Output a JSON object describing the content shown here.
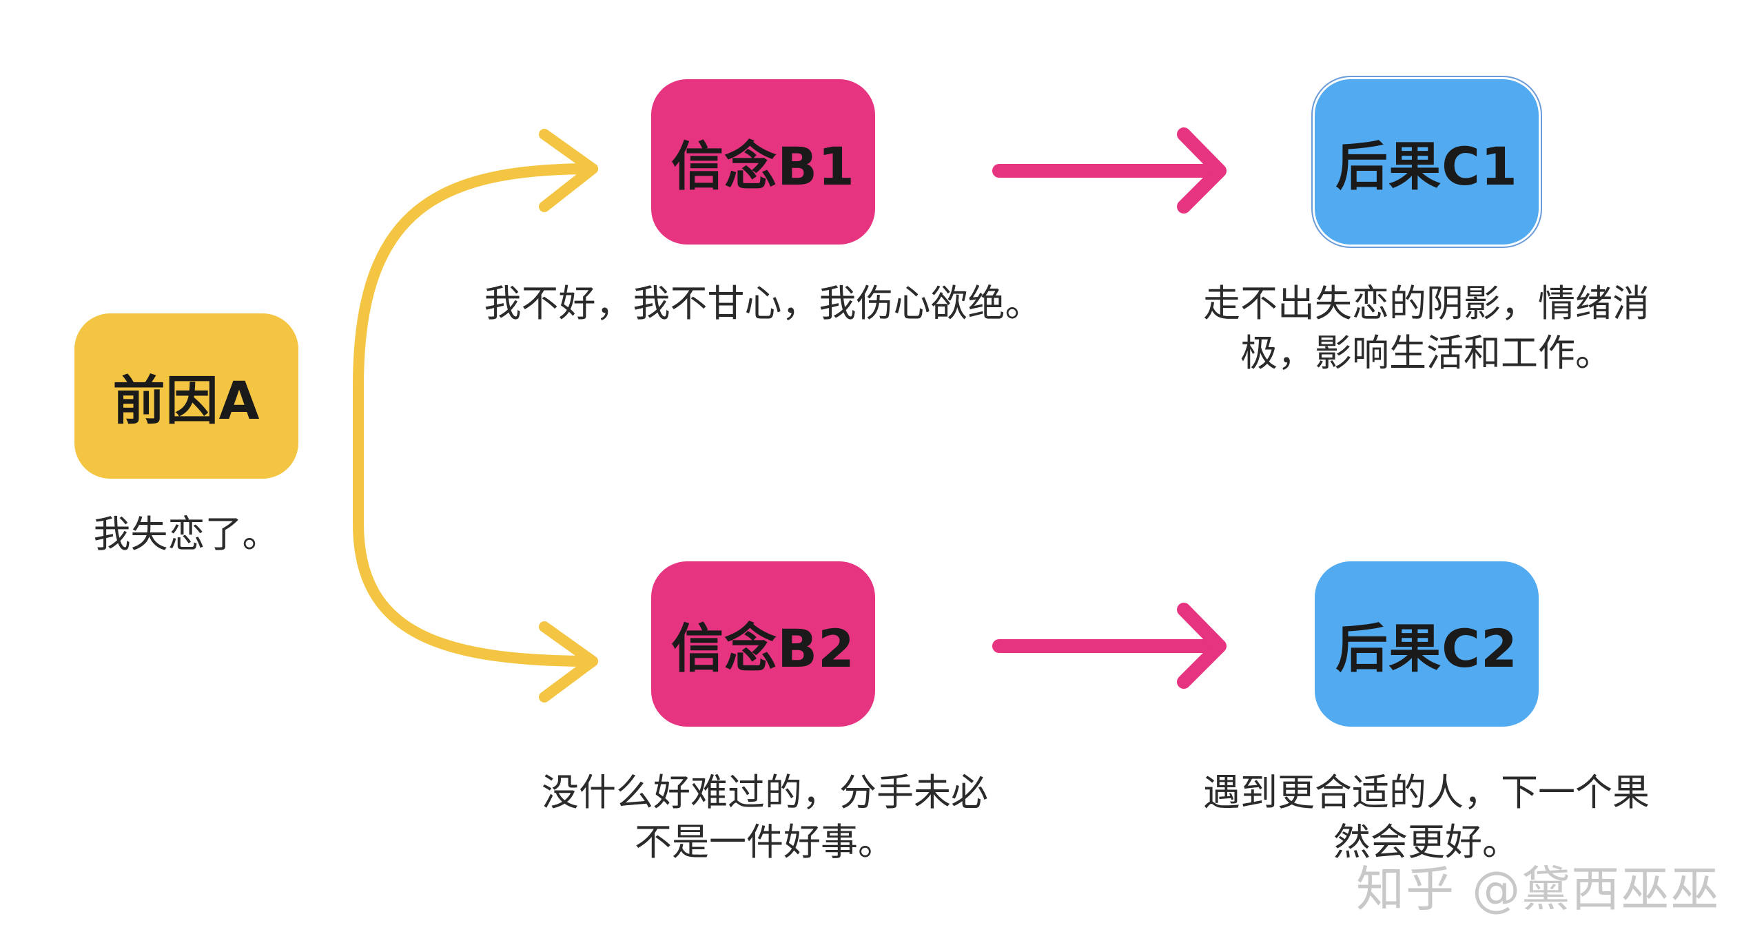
{
  "nodes": {
    "a": {
      "label": "前因A",
      "caption": "我失恋了。"
    },
    "b1": {
      "label": "信念B1",
      "caption": "我不好，我不甘心，我伤心欲绝。"
    },
    "c1": {
      "label": "后果C1",
      "caption_line1": "走不出失恋的阴影，情绪消",
      "caption_line2": "极，影响生活和工作。"
    },
    "b2": {
      "label": "信念B2",
      "caption_line1": "没什么好难过的，分手未必",
      "caption_line2": "不是一件好事。"
    },
    "c2": {
      "label": "后果C2",
      "caption_line1": "遇到更合适的人，下一个果",
      "caption_line2": "然会更好。"
    }
  },
  "watermark": "知乎 @黛西巫巫",
  "colors": {
    "yellow": "#f4c542",
    "pink": "#e63480",
    "blue": "#52aaf0",
    "text": "#2b2b2b"
  }
}
